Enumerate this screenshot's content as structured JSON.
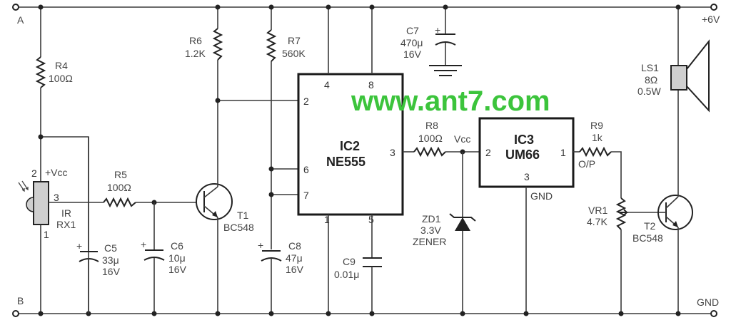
{
  "watermark": "www.ant7.com",
  "colors": {
    "watermark": "#3cc43c",
    "wire": "#3a3a3a",
    "background": "#ffffff"
  },
  "terminals": {
    "A": "A",
    "B": "B",
    "plus6v": "+6V",
    "gnd": "GND"
  },
  "components": {
    "R4": {
      "ref": "R4",
      "value": "100Ω"
    },
    "R5": {
      "ref": "R5",
      "value": "100Ω"
    },
    "R6": {
      "ref": "R6",
      "value": "1.2K"
    },
    "R7": {
      "ref": "R7",
      "value": "560K"
    },
    "R8": {
      "ref": "R8",
      "value": "100Ω"
    },
    "R9": {
      "ref": "R9",
      "value": "1k",
      "note": "O/P"
    },
    "VR1": {
      "ref": "VR1",
      "value": "4.7K"
    },
    "C5": {
      "ref": "C5",
      "value": "33μ",
      "voltage": "16V"
    },
    "C6": {
      "ref": "C6",
      "value": "10μ",
      "voltage": "16V"
    },
    "C7": {
      "ref": "C7",
      "value": "470μ",
      "voltage": "16V"
    },
    "C8": {
      "ref": "C8",
      "value": "47μ",
      "voltage": "16V"
    },
    "C9": {
      "ref": "C9",
      "value": "0.01μ"
    },
    "T1": {
      "ref": "T1",
      "value": "BC548"
    },
    "T2": {
      "ref": "T2",
      "value": "BC548"
    },
    "ZD1": {
      "ref": "ZD1",
      "value": "3.3V",
      "type": "ZENER"
    },
    "LS1": {
      "ref": "LS1",
      "value": "8Ω",
      "power": "0.5W"
    },
    "IRRX1": {
      "line1": "IR",
      "line2": "RX1",
      "vcc": "+Vcc",
      "pin1": "1",
      "pin2": "2",
      "pin3": "3"
    },
    "IC2": {
      "ref": "IC2",
      "part": "NE555",
      "pins": {
        "p1": "1",
        "p2": "2",
        "p3": "3",
        "p4": "4",
        "p5": "5",
        "p6": "6",
        "p7": "7",
        "p8": "8"
      }
    },
    "IC3": {
      "ref": "IC3",
      "part": "UM66",
      "pins": {
        "p1": "1",
        "p2": "2",
        "p3": "3"
      },
      "gnd": "GND"
    }
  },
  "nets": {
    "vcc_label": "Vcc"
  }
}
